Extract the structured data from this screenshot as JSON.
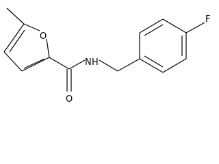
{
  "molecule": {
    "atoms": {
      "ring_oxygen": "O",
      "amide_nitrogen": "N",
      "hydrogen": "H",
      "carbonyl_oxygen": "O",
      "fluorine": "F"
    }
  }
}
